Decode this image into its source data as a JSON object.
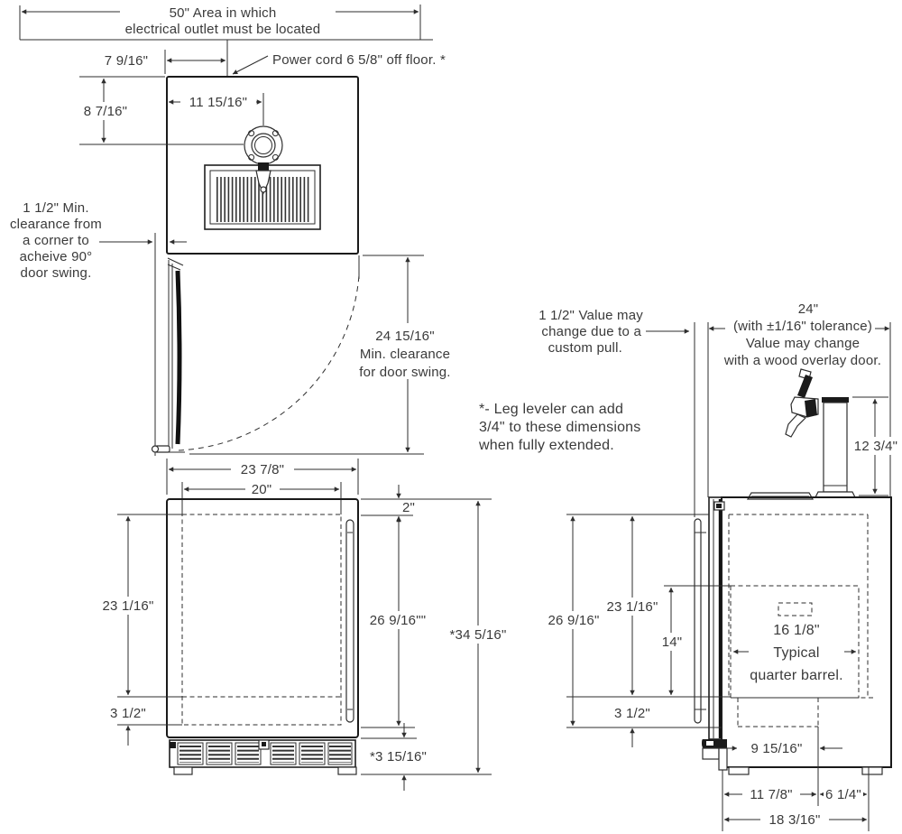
{
  "colors": {
    "line": "#2e2e2e",
    "text": "#3a3a3a"
  },
  "top_view": {
    "outlet_area": [
      "50\" Area in which",
      "electrical outlet must be located"
    ],
    "power_cord": "Power cord 6 5/8\" off floor. *",
    "dim_7_9_16": "7 9/16\"",
    "dim_8_7_16": "8 7/16\"",
    "dim_11_15_16": "11 15/16\"",
    "corner_note": [
      "1 1/2\" Min.",
      "clearance from",
      "a corner to",
      "acheive 90°",
      "door swing."
    ],
    "door_swing": [
      "24 15/16\"",
      "Min. clearance",
      "for door swing."
    ]
  },
  "notes": {
    "custom_pull": [
      "1 1/2\" Value may",
      "change due to a",
      "custom pull."
    ],
    "leg_leveler": [
      "*- Leg leveler can add",
      "3/4\" to these dimensions",
      "when fully extended."
    ],
    "overlay_door": [
      "24\"",
      "(with ±1/16\" tolerance)",
      "Value may change",
      "with a wood overlay door."
    ]
  },
  "front_view": {
    "dim_23_7_8": "23 7/8\"",
    "dim_20": "20\"",
    "dim_2": "2\"",
    "dim_23_1_16": "23 1/16\"",
    "dim_26_9_16": "26 9/16\"\"",
    "dim_3_1_2": "3 1/2\"",
    "dim_34_5_16": "*34 5/16\"",
    "dim_3_15_16": "*3 15/16\""
  },
  "side_view": {
    "dim_12_3_4": "12 3/4\"",
    "dim_26_9_16": "26 9/16\"",
    "dim_23_1_16": "23 1/16\"",
    "dim_14": "14\"",
    "keg_label": [
      "16 1/8\"",
      "Typical",
      "quarter barrel."
    ],
    "dim_3_1_2": "3 1/2\"",
    "dim_9_15_16": "9 15/16\"",
    "dim_11_7_8": "11 7/8\"",
    "dim_6_1_4": "6 1/4\"",
    "dim_18_3_16": "18 3/16\""
  }
}
